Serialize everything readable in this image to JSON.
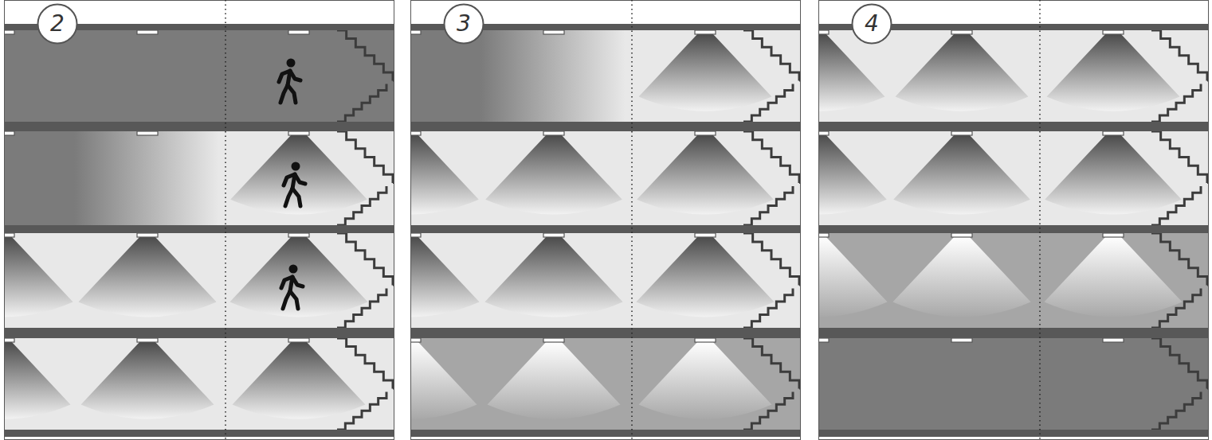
{
  "diagram": {
    "nodes": [
      {
        "text": [
          "2"
        ]
      },
      {
        "text": [
          "3"
        ]
      },
      {
        "text": [
          "4"
        ]
      }
    ]
  }
}
